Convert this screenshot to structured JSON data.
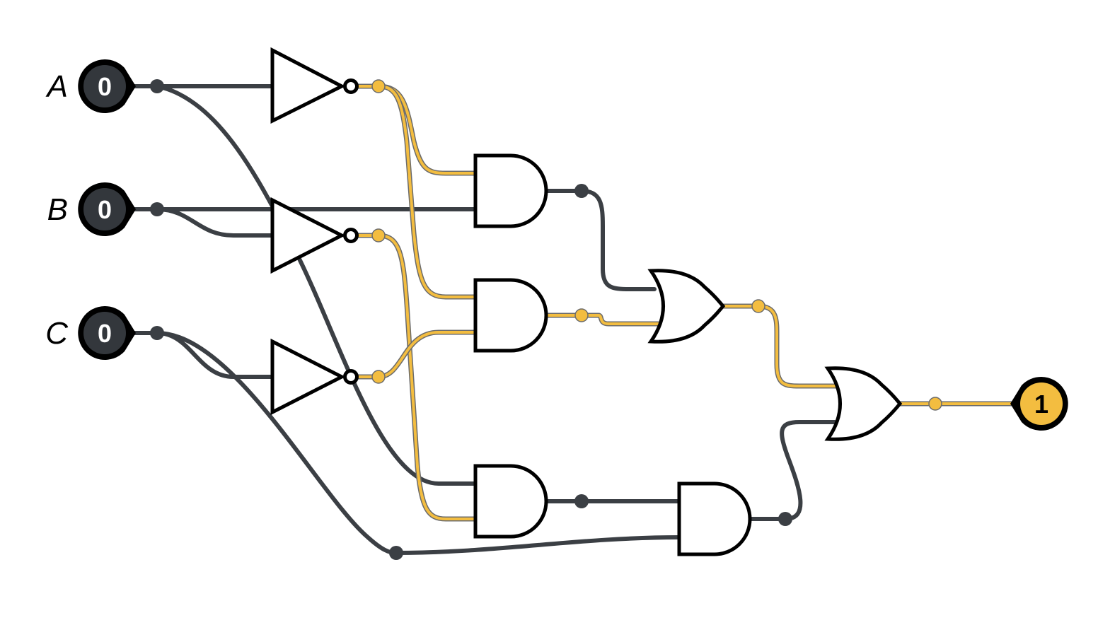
{
  "inputs": [
    {
      "label": "A",
      "value": "0"
    },
    {
      "label": "B",
      "value": "0"
    },
    {
      "label": "C",
      "value": "0"
    }
  ],
  "output": {
    "value": "1"
  },
  "colors": {
    "wire_off": "#3b3f44",
    "wire_on": "#f3bd40",
    "gate_stroke": "#000000",
    "input_fill": "#33373c",
    "output_fill": "#f3bd40"
  }
}
